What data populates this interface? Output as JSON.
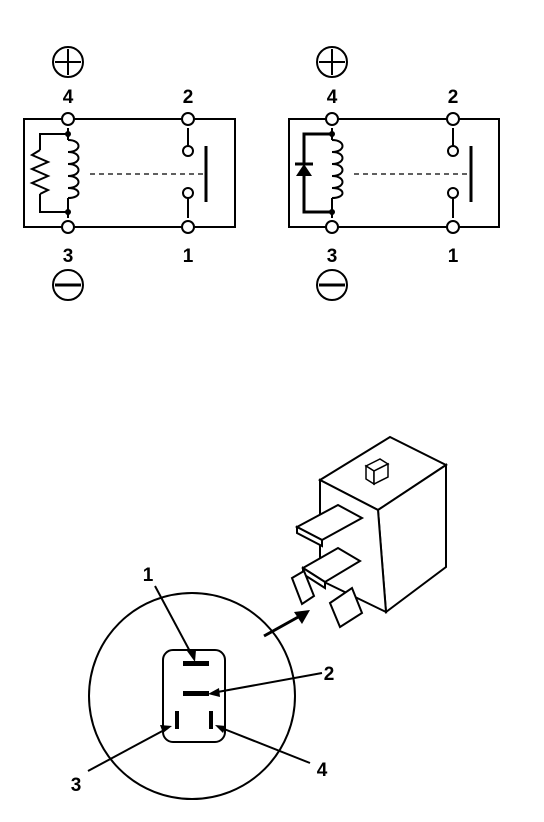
{
  "relay_resistor": {
    "terminal_top_left": "4",
    "terminal_top_right": "2",
    "terminal_bottom_left": "3",
    "terminal_bottom_right": "1"
  },
  "relay_diode": {
    "terminal_top_left": "4",
    "terminal_top_right": "2",
    "terminal_bottom_left": "3",
    "terminal_bottom_right": "1"
  },
  "socket_callouts": {
    "one": "1",
    "two": "2",
    "three": "3",
    "four": "4"
  },
  "icons": [
    "plus-icon",
    "minus-icon",
    "resistor-icon",
    "diode-icon",
    "coil-icon",
    "relay-icon",
    "arrow-icon"
  ]
}
